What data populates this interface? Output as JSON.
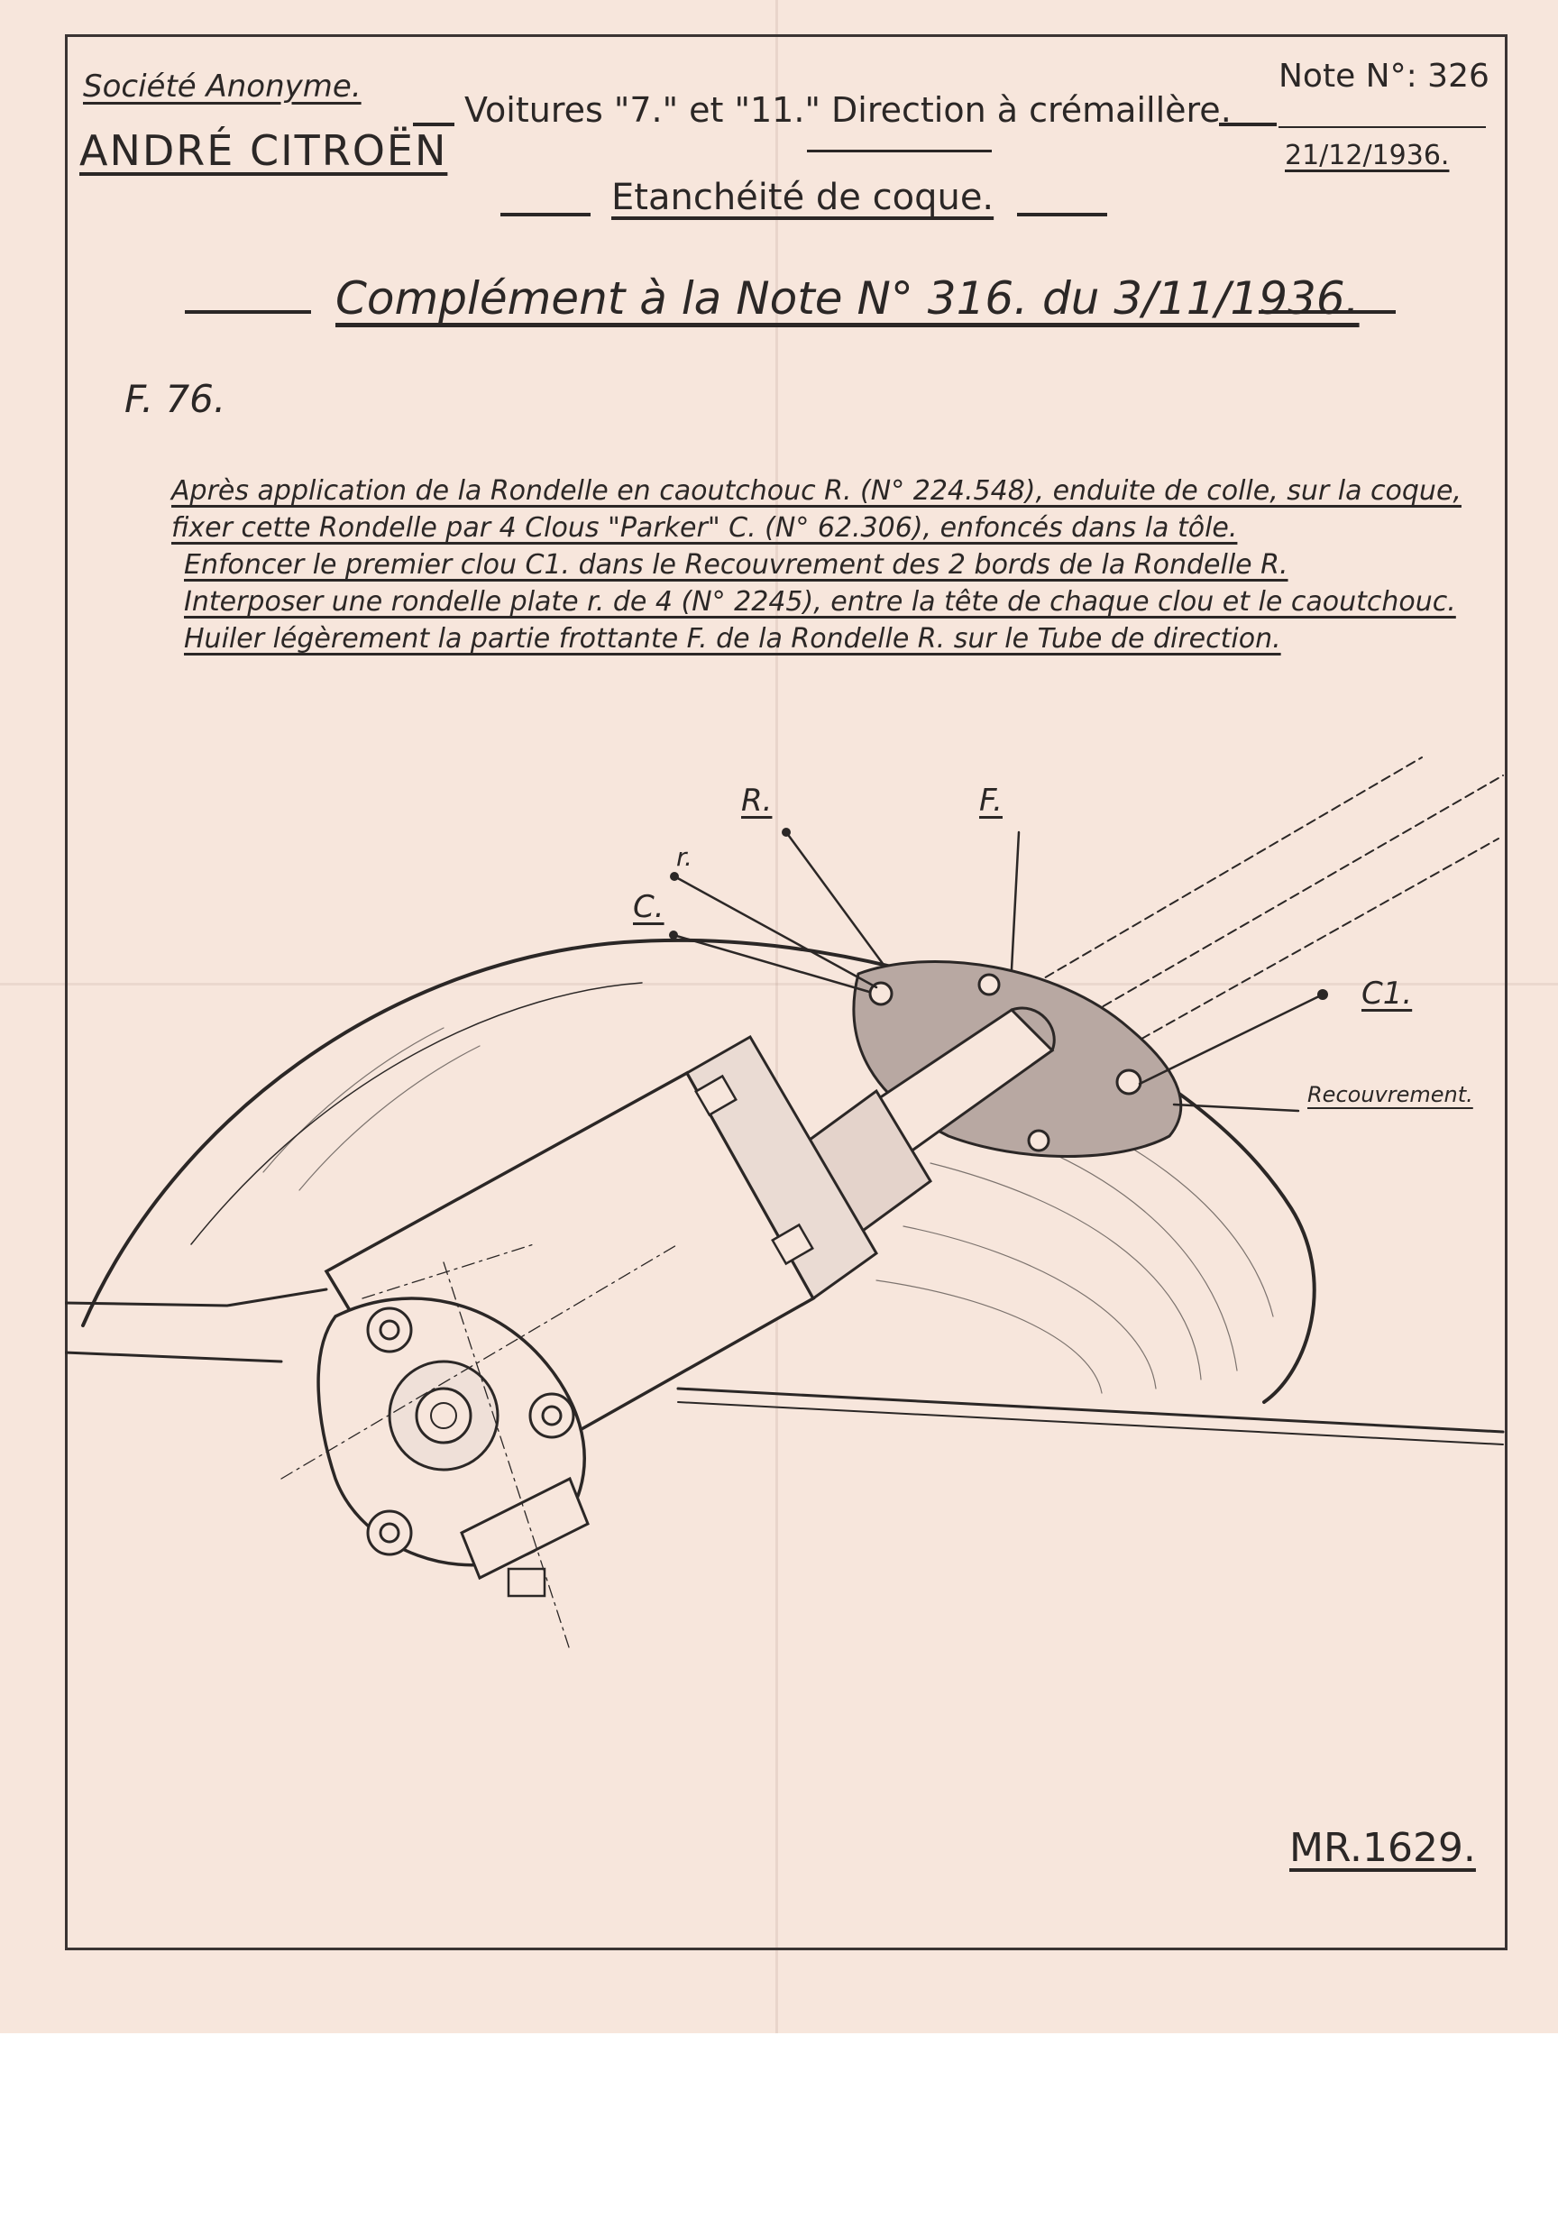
{
  "header": {
    "company_line1": "Société Anonyme.",
    "company_line2": "ANDRÉ CITROËN",
    "title_line1": "Voitures \"7.\" et \"11.\" Direction à crémaillère.",
    "title_line2": "Etanchéité de coque.",
    "subtitle": "Complément à la Note N° 316. du 3/11/1936.",
    "note_number": "Note N°: 326",
    "note_date": "21/12/1936."
  },
  "figure_label": "F. 76.",
  "instructions": [
    "Après application de la Rondelle en caoutchouc R. (N° 224.548), enduite de colle, sur la coque,",
    "fixer cette Rondelle par 4 Clous \"Parker\" C. (N° 62.306), enfoncés dans la tôle.",
    "Enfoncer le premier clou C1. dans le Recouvrement des 2 bords de la Rondelle R.",
    "Interposer une rondelle plate r. de 4 (N° 2245), entre la tête de chaque clou et le caoutchouc.",
    "Huiler légèrement la partie frottante F. de la Rondelle R. sur le Tube de direction."
  ],
  "callouts": {
    "R": "R.",
    "F": "F.",
    "r": "r.",
    "C": "C.",
    "C1": "C1.",
    "recouvrement": "Recouvrement."
  },
  "footer": {
    "reference": "MR.1629."
  },
  "colors": {
    "paper": "#f7e6dc",
    "ink": "#2b2726",
    "washer_fill": "#b8a8a2"
  }
}
